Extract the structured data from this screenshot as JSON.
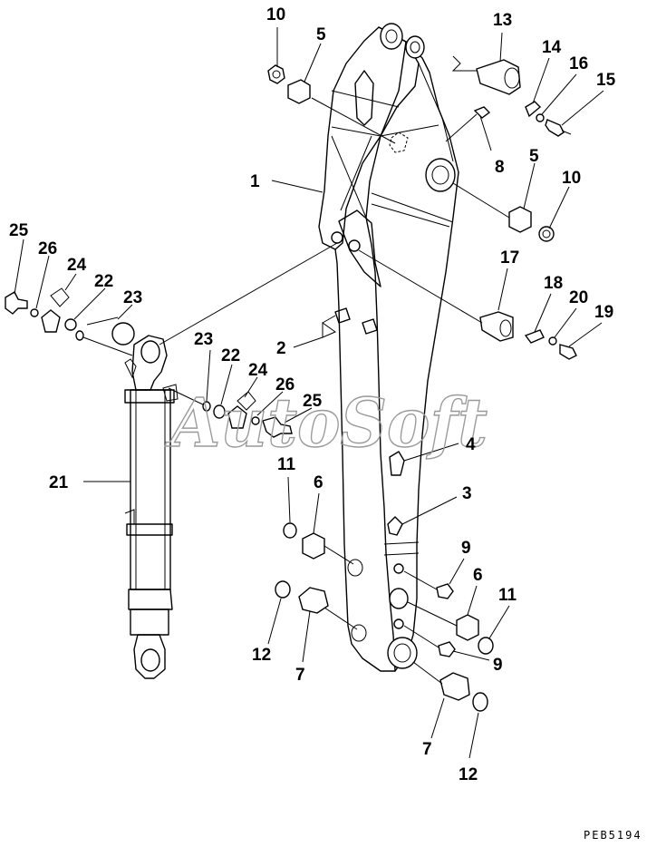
{
  "diagram": {
    "watermark": "AutoSoft",
    "drawing_code": "PEB5194",
    "callouts": {
      "c1": "1",
      "c2": "2",
      "c3": "3",
      "c4": "4",
      "c5a": "5",
      "c5b": "5",
      "c6a": "6",
      "c6b": "6",
      "c7a": "7",
      "c7b": "7",
      "c8": "8",
      "c9a": "9",
      "c9b": "9",
      "c10a": "10",
      "c10b": "10",
      "c11a": "11",
      "c11b": "11",
      "c12a": "12",
      "c12b": "12",
      "c13": "13",
      "c14": "14",
      "c15": "15",
      "c16": "16",
      "c17": "17",
      "c18": "18",
      "c19": "19",
      "c20": "20",
      "c21": "21",
      "c22a": "22",
      "c22b": "22",
      "c23a": "23",
      "c23b": "23",
      "c24a": "24",
      "c24b": "24",
      "c25a": "25",
      "c25b": "25",
      "c26a": "26",
      "c26b": "26"
    }
  }
}
